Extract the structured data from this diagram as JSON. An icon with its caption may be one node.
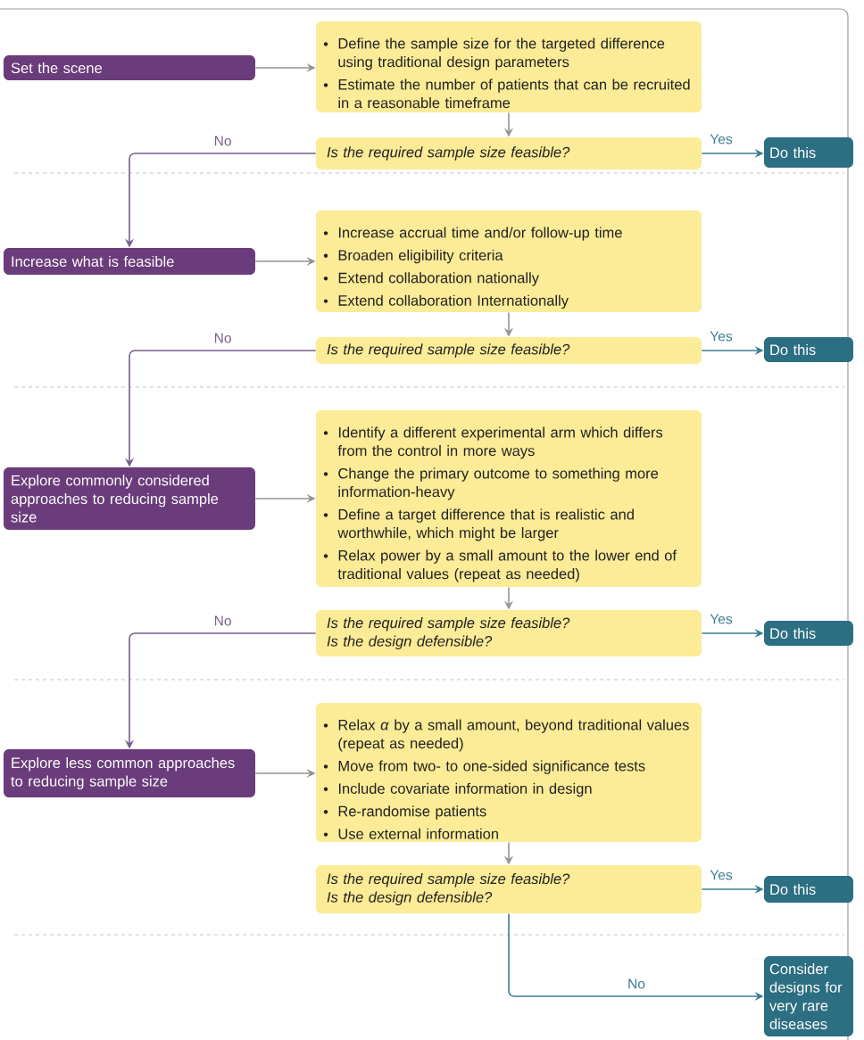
{
  "diagram": {
    "nodes": [
      {
        "text": [
          "Set the scene"
        ]
      },
      {
        "text": [
          "Define the sample size for the targeted difference using traditional design parameters",
          "Estimate the number of patients that can be recruited in a reasonable timeframe"
        ]
      },
      {
        "text": [
          "Is the required sample size feasible?"
        ]
      },
      {
        "text": [
          "Do this"
        ]
      },
      {
        "text": [
          "Increase what is feasible"
        ]
      },
      {
        "text": [
          "Increase accrual time and/or follow-up time",
          "Broaden eligibility criteria",
          "Extend collaboration nationally",
          "Extend collaboration Internationally"
        ]
      },
      {
        "text": [
          "Is the required sample size feasible?"
        ]
      },
      {
        "text": [
          "Do this"
        ]
      },
      {
        "text": [
          "Explore commonly considered approaches to reducing sample size"
        ]
      },
      {
        "text": [
          "Identify a different experimental arm which differs from the control in more ways",
          "Change the primary outcome to something more information-heavy",
          "Define a target difference that is realistic and worthwhile, which might be larger",
          "Relax power by a small amount to the lower end of traditional values (repeat as needed)"
        ]
      },
      {
        "text": [
          "Is the required sample size feasible?",
          "Is the design defensible?"
        ]
      },
      {
        "text": [
          "Do this"
        ]
      },
      {
        "text": [
          "Explore less common approaches to reducing sample size"
        ]
      },
      {
        "text": [
          "Relax *α* by a small amount, beyond traditional values (repeat as needed)",
          "Move from two- to one-sided significance tests",
          "Include covariate information in design",
          "Re-randomise patients",
          "Use external information"
        ]
      },
      {
        "text": [
          "Is the required sample size feasible?",
          "Is the design defensible?"
        ]
      },
      {
        "text": [
          "Do this"
        ]
      },
      {
        "text": [
          "Consider designs for very rare diseases"
        ]
      }
    ],
    "edges": [
      {
        "from": 0,
        "to": 1,
        "arrow": "to"
      },
      {
        "from": 1,
        "to": 2,
        "arrow": "to"
      },
      {
        "from": 2,
        "to": 3,
        "arrow": "to",
        "label": "Yes",
        "color": "#3a7d92"
      },
      {
        "from": 2,
        "to": 4,
        "arrow": "to",
        "label": "No",
        "color": "#76608a"
      },
      {
        "from": 4,
        "to": 5,
        "arrow": "to"
      },
      {
        "from": 5,
        "to": 6,
        "arrow": "to"
      },
      {
        "from": 6,
        "to": 7,
        "arrow": "to",
        "label": "Yes",
        "color": "#3a7d92"
      },
      {
        "from": 6,
        "to": 8,
        "arrow": "to",
        "label": "No",
        "color": "#76608a"
      },
      {
        "from": 8,
        "to": 9,
        "arrow": "to"
      },
      {
        "from": 9,
        "to": 10,
        "arrow": "to"
      },
      {
        "from": 10,
        "to": 11,
        "arrow": "to",
        "label": "Yes",
        "color": "#3a7d92"
      },
      {
        "from": 10,
        "to": 12,
        "arrow": "to",
        "label": "No",
        "color": "#76608a"
      },
      {
        "from": 12,
        "to": 13,
        "arrow": "to"
      },
      {
        "from": 13,
        "to": 14,
        "arrow": "to"
      },
      {
        "from": 14,
        "to": 15,
        "arrow": "to",
        "label": "Yes",
        "color": "#3a7d92"
      },
      {
        "from": 14,
        "to": 16,
        "arrow": "to",
        "label": "No",
        "color": "#3a7d92"
      }
    ]
  }
}
